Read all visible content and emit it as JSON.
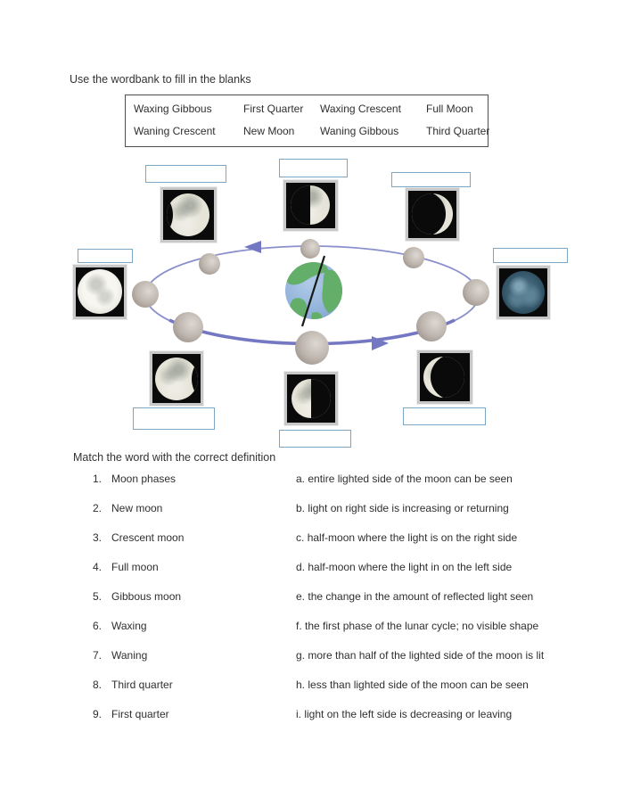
{
  "instructions": {
    "wordbank_title": "Use the wordbank to fill in the blanks",
    "matching_title": "Match the word with the correct definition"
  },
  "wordbank": {
    "rows": [
      [
        "Waxing Gibbous",
        "First Quarter",
        "Waxing Crescent",
        "Full Moon"
      ],
      [
        "Waning Crescent",
        "New Moon",
        "Waning Gibbous",
        "Third Quarter"
      ]
    ]
  },
  "diagram": {
    "center_object": "Earth with tilted axis",
    "orbit_moon_count": 8,
    "phases": [
      {
        "position": "top-left",
        "image": "waxing gibbous moon photo"
      },
      {
        "position": "top-center",
        "image": "first quarter moon photo (right half lit)"
      },
      {
        "position": "top-right",
        "image": "waxing crescent moon photo (right sliver lit)"
      },
      {
        "position": "left",
        "image": "full moon photo"
      },
      {
        "position": "right",
        "image": "new moon photo (dark blue moon)"
      },
      {
        "position": "bottom-left",
        "image": "waning gibbous moon photo"
      },
      {
        "position": "bottom-center",
        "image": "third quarter moon photo (left half lit)"
      },
      {
        "position": "bottom-right",
        "image": "waning crescent moon photo (left sliver lit)"
      }
    ],
    "answers": [
      {
        "value": ""
      },
      {
        "value": ""
      },
      {
        "value": ""
      },
      {
        "value": ""
      },
      {
        "value": ""
      },
      {
        "value": ""
      },
      {
        "value": ""
      },
      {
        "value": ""
      }
    ]
  },
  "matching": {
    "terms": [
      {
        "num": "1.",
        "label": "Moon phases"
      },
      {
        "num": "2.",
        "label": "New moon"
      },
      {
        "num": "3.",
        "label": "Crescent moon"
      },
      {
        "num": "4.",
        "label": "Full moon"
      },
      {
        "num": "5.",
        "label": "Gibbous moon"
      },
      {
        "num": "6.",
        "label": "Waxing"
      },
      {
        "num": "7.",
        "label": "Waning"
      },
      {
        "num": "8.",
        "label": "Third quarter"
      },
      {
        "num": "9.",
        "label": "First quarter"
      }
    ],
    "definitions": [
      {
        "letter": "a.",
        "text": "entire lighted side of the moon can be seen"
      },
      {
        "letter": "b.",
        "text": "light on right side is increasing or returning"
      },
      {
        "letter": "c.",
        "text": "half-moon where the light is on the right side"
      },
      {
        "letter": "d.",
        "text": "half-moon where the light in on the left side"
      },
      {
        "letter": "e.",
        "text": "the change in the amount of reflected light seen"
      },
      {
        "letter": "f.",
        "text": "the first phase of the lunar cycle; no visible shape"
      },
      {
        "letter": "g.",
        "text": "more than half of the lighted side of the moon is lit"
      },
      {
        "letter": "h.",
        "text": "less than lighted side of the moon can be seen"
      },
      {
        "letter": "i.",
        "text": "light on the left side is decreasing or leaving"
      }
    ]
  },
  "colors": {
    "orbit_line": "#8a90cc",
    "orbit_bold": "#7477c2",
    "answer_box_border": "#7ba6c4",
    "earth_ocean": "#8fb0d8",
    "earth_land": "#63ae68",
    "photo_frame": "#c8c8c8",
    "photo_background": "#0a0a0a",
    "small_moon": "#b7afa8"
  }
}
